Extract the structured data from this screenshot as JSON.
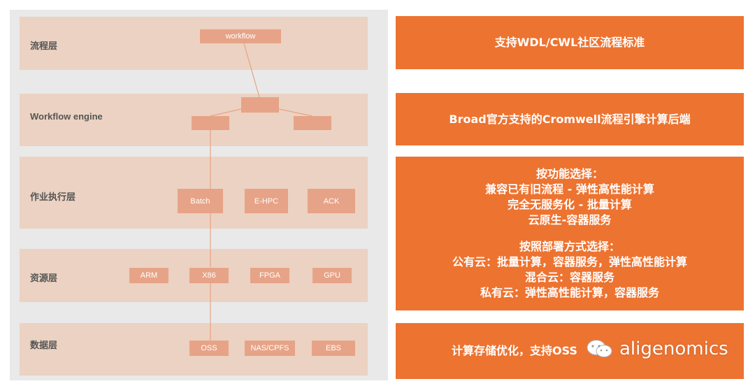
{
  "layers": [
    {
      "label": "流程层"
    },
    {
      "label": "Workflow engine"
    },
    {
      "label": "作业执行层"
    },
    {
      "label": "资源层"
    },
    {
      "label": "数据层"
    }
  ],
  "nodes": {
    "workflow": "workflow",
    "batch": "Batch",
    "ehpc": "E-HPC",
    "ack": "ACK",
    "arm": "ARM",
    "x86": "X86",
    "fpga": "FPGA",
    "gpu": "GPU",
    "oss": "OSS",
    "nas": "NAS/CPFS",
    "ebs": "EBS"
  },
  "right_boxes": {
    "box1": "支持WDL/CWL社区流程标准",
    "box2": "Broad官方支持的Cromwell流程引擎计算后端",
    "box3": {
      "lines_a": [
        "按功能选择：",
        "兼容已有旧流程 - 弹性高性能计算",
        "完全无服务化 - 批量计算",
        "云原生-容器服务"
      ],
      "lines_b": [
        "按照部署方式选择：",
        "公有云：批量计算，容器服务，弹性高性能计算",
        "混合云：容器服务",
        "私有云：弹性高性能计算，容器服务"
      ]
    },
    "box4": "计算存储优化，支持OSS"
  },
  "watermark": {
    "icon": "wechat-icon",
    "text": "aligenomics"
  },
  "colors": {
    "layer_bg": "#ecd2c2",
    "node": "#e7a387",
    "accent": "#ed7330",
    "panel": "#e9e9e9"
  }
}
